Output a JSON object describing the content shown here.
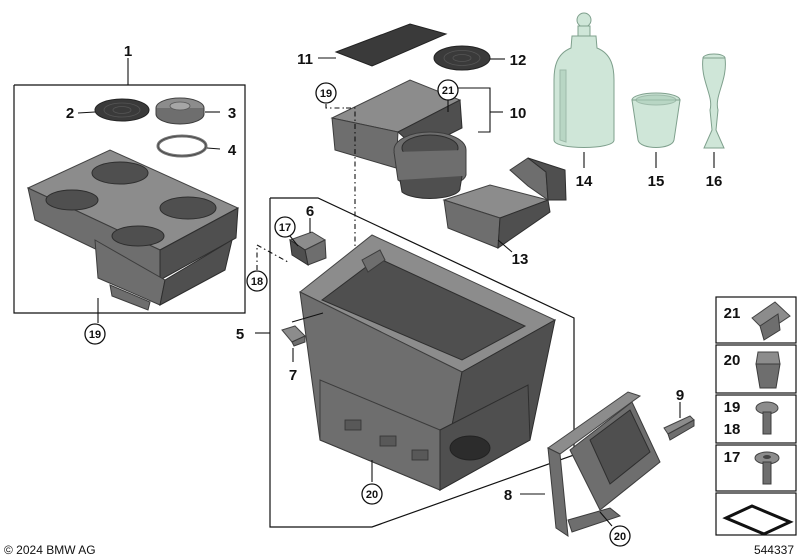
{
  "callouts": {
    "n1": "1",
    "n2": "2",
    "n3": "3",
    "n4": "4",
    "n5": "5",
    "n6": "6",
    "n7": "7",
    "n8": "8",
    "n9": "9",
    "n10": "10",
    "n11": "11",
    "n12": "12",
    "n13": "13",
    "n14": "14",
    "n15": "15",
    "n16": "16",
    "c17": "17",
    "c18": "18",
    "c19a": "19",
    "c19b": "19",
    "c21": "21",
    "c20a": "20",
    "c20b": "20"
  },
  "legend": {
    "l21": "21",
    "l20": "20",
    "l19": "19",
    "l18": "18",
    "l17": "17"
  },
  "footer": {
    "copyright": "© 2024 BMW AG",
    "diagram_id": "544337"
  }
}
